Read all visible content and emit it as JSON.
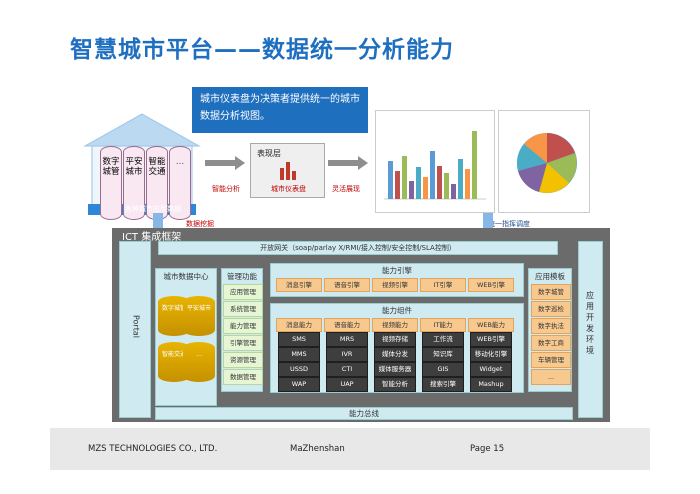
{
  "title": "智慧城市平台——数据统一分析能力",
  "description": "城市仪表盘为决策者提供统一的城市数据分析视图。",
  "cylinders": [
    {
      "text": "数字城管"
    },
    {
      "text": "平安城市"
    },
    {
      "text": "智能交通"
    },
    {
      "text": "..."
    }
  ],
  "city_data_label": "各种城市应用数据",
  "smart_analysis": "智能分析",
  "flexible_display": "灵活展现",
  "dashboard_title": "表现层",
  "dashboard_label": "城市仪表盘",
  "data_collect": "数据挖掘",
  "unified_command": "统一指挥调度",
  "ict_title": "ICT 集成框架",
  "gateway": "开放网关（soap/parlay X/RMI/接入控制/安全控制/SLA控制）",
  "portal": "Portal",
  "city_center": "城市数据中心",
  "gold_cyl": [
    "数字城管",
    "平安城市",
    "智能交通",
    "..."
  ],
  "mgmt": {
    "title": "管理功能",
    "items": [
      "应用管理",
      "系统管理",
      "能力管理",
      "引擎管理",
      "资源管理",
      "数据管理"
    ]
  },
  "engine": {
    "title": "能力引擎",
    "items": [
      "消息引擎",
      "语音引擎",
      "视频引擎",
      "IT引擎",
      "WEB引擎"
    ]
  },
  "components": {
    "title": "能力组件",
    "headers": [
      "消息能力",
      "语音能力",
      "视频能力",
      "IT能力",
      "WEB能力"
    ],
    "cols": [
      [
        "SMS",
        "MMS",
        "USSD",
        "WAP"
      ],
      [
        "MRS",
        "IVR",
        "CTI",
        "UAP"
      ],
      [
        "视频存储",
        "媒体分发",
        "媒体服务器",
        "智能分析"
      ],
      [
        "工作流",
        "知识库",
        "GIS",
        "搜索引擎"
      ],
      [
        "WEB引擎",
        "移动化引擎",
        "Widget",
        "Mashup"
      ]
    ]
  },
  "app_templates": {
    "title": "应用模板",
    "items": [
      "数字城管",
      "数字巡检",
      "数字执法",
      "数字工商",
      "车辆管理",
      "..."
    ]
  },
  "right_col": "应用开发环境",
  "bus": "能力总线",
  "footer": {
    "company": "MZS TECHNOLOGIES CO., LTD.",
    "author": "MaZhenshan",
    "page": "Page 15"
  }
}
